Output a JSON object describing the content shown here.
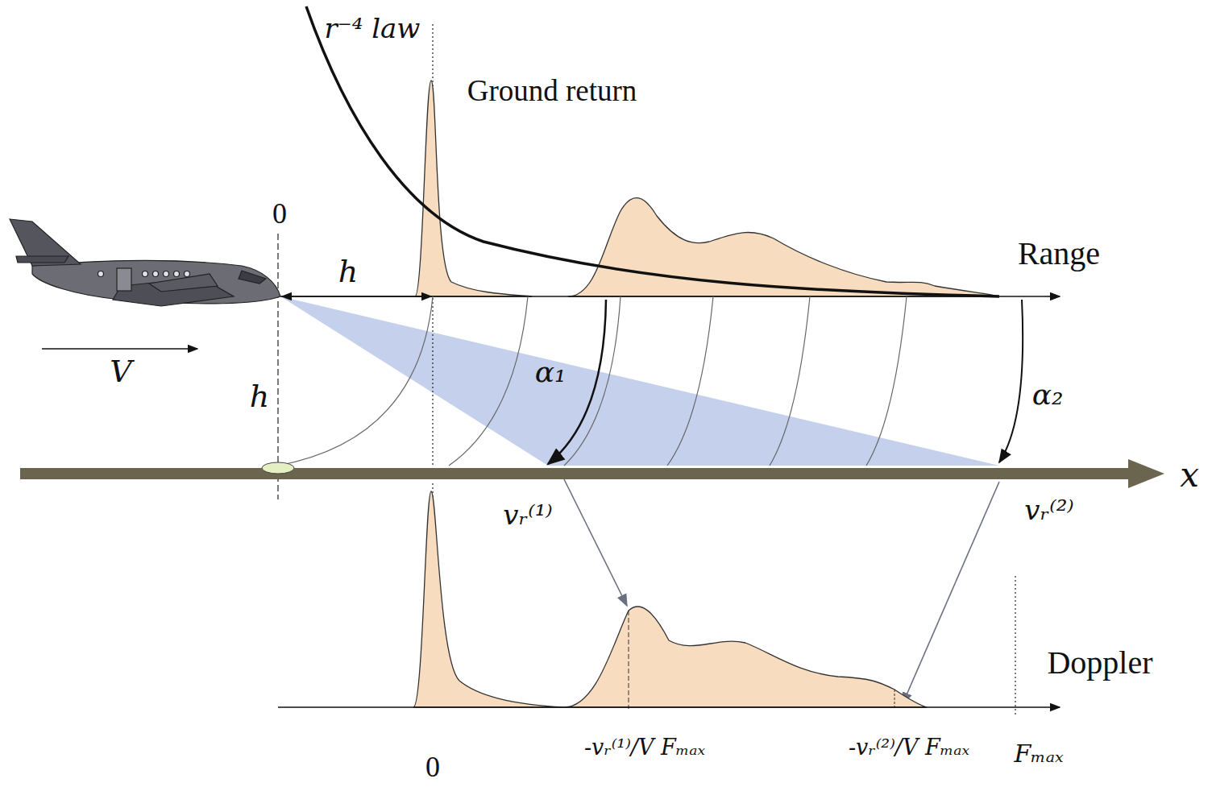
{
  "diagram": {
    "labels": [
      "r⁻⁴ law",
      "Ground return",
      "0",
      "h",
      "Range",
      "V",
      "h",
      "α₁",
      "α₂",
      "x",
      "vᵣ⁽¹⁾",
      "vᵣ⁽²⁾",
      "Doppler",
      "0",
      "-vᵣ⁽¹⁾/V Fₘₐₓ",
      "-vᵣ⁽²⁾/V Fₘₐₓ",
      "Fₘₐₓ"
    ]
  }
}
